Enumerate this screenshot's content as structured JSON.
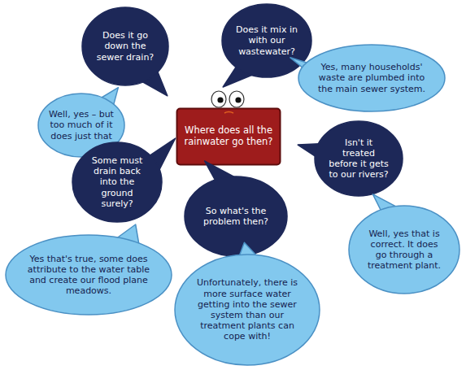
{
  "diagram": {
    "nodes": [
      {
        "text": [
          "Where does all the rainwater go then?"
        ]
      },
      {
        "text": [
          "Does it go down the sewer drain?"
        ]
      },
      {
        "text": [
          "Well, yes – but too much of it does just that"
        ]
      },
      {
        "text": [
          "Does it mix in with our wastewater?"
        ]
      },
      {
        "text": [
          "Yes, many households' waste are plumbed into the main sewer system."
        ]
      },
      {
        "text": [
          "Isn't it treated before it gets to our rivers?"
        ]
      },
      {
        "text": [
          "Well, yes that is correct. It does go through a treatment plant."
        ]
      },
      {
        "text": [
          "Some must drain back into the ground surely?"
        ]
      },
      {
        "text": [
          "Yes that's true, some does attribute to the water table and create our flood plane meadows."
        ]
      },
      {
        "text": [
          "So what's the problem then?"
        ]
      },
      {
        "text": [
          "Unfortunately, there is more surface water getting into the sewer system than our treatment plants can cope with!"
        ]
      }
    ]
  }
}
